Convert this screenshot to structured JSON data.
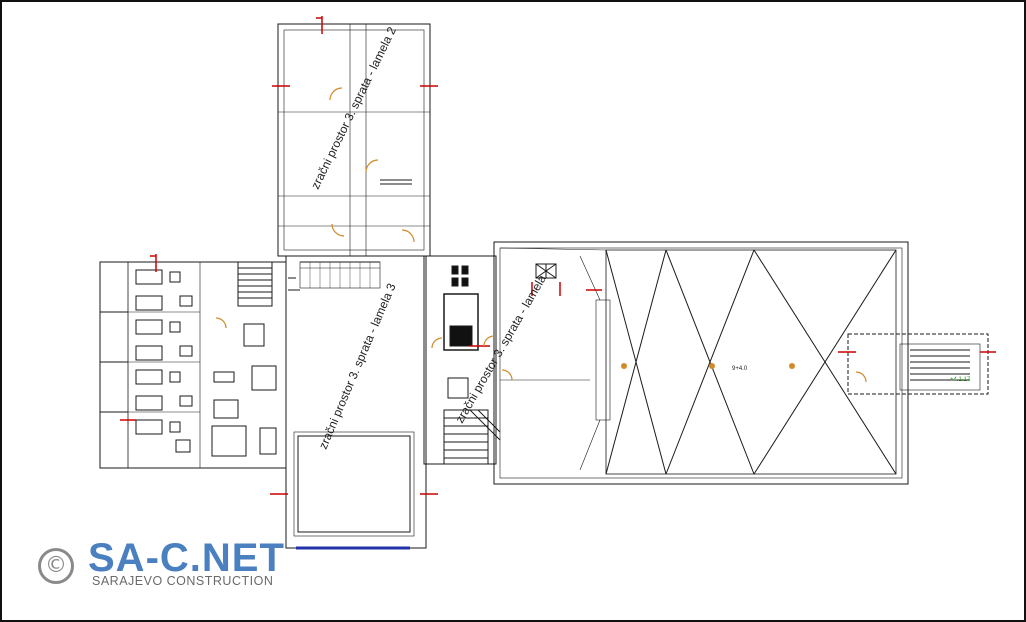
{
  "labels": {
    "lamela2": "zračni prostor 3. sprata - lamela 2",
    "lamela3": "zračni prostor 3. sprata - lamela 3",
    "lamela_b": "zračni prostor 3. sprata - lamela",
    "level_main": "9+4.0",
    "level_stair": "+4.1.17"
  },
  "watermark": {
    "symbol": "©",
    "title": "SA-C.NET",
    "subtitle": "SARAJEVO CONSTRUCTION"
  },
  "colors": {
    "line": "#1a1a1a",
    "grid_mark": "#cc0000",
    "door": "#d08a2a",
    "accent_blue": "#2233aa",
    "watermark_blue": "#4a7fc0",
    "watermark_gray": "#8a8a8a"
  }
}
